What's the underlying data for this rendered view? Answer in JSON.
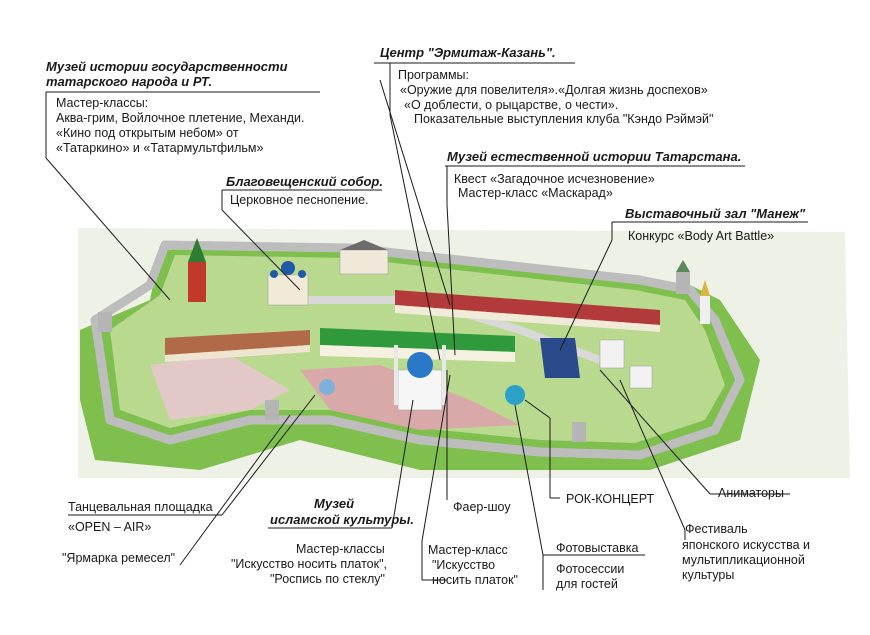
{
  "museum_tatar": {
    "title_line1": "Музей истории государственности",
    "title_line2": "татарского народа и РТ.",
    "line1": "Мастер-классы:",
    "line2": "Аква-грим, Войлочное плетение, Механди.",
    "line3": "«Кино под открытым небом» от",
    "line4": "«Татаркино» и «Татармультфильм»"
  },
  "hermitage": {
    "title": "Центр \"Эрмитаж-Казань\".",
    "line1": "Программы:",
    "line2": "«Оружие для повелителя».«Долгая жизнь доспехов»",
    "line3": "«О доблести, о рыцарстве, о чести».",
    "line4": "Показательные выступления клуба  \"Кэндо Рэймэй\""
  },
  "natural_museum": {
    "title": "Музей естественной истории Татарстана.",
    "line1": "Квест «Загадочное исчезновение»",
    "line2": "Мастер-класс «Маскарад»"
  },
  "cathedral": {
    "title": "Благовещенский собор.",
    "line1": "Церковное песнопение."
  },
  "manezh": {
    "title": "Выставочный зал \"Манеж\"",
    "line1": "Конкурс «Body Art Battle»"
  },
  "dance": {
    "line1": "Танцевальная площадка",
    "line2": "«OPEN – AIR»"
  },
  "fair": {
    "label": "\"Ярмарка ремесел\""
  },
  "islamic_museum": {
    "title_line1": "Музей",
    "title_line2": "исламской культуры.",
    "line1": "Мастер-классы",
    "line2": "\"Искусство носить платок\",",
    "line3": "\"Роспись по стеклу\""
  },
  "fire_show": {
    "label": "Фаер-шоу"
  },
  "master_class": {
    "line1": "Мастер-класс",
    "line2": "\"Искусство",
    "line3": "носить платок\""
  },
  "rock": {
    "label": "РОК-КОНЦЕРТ"
  },
  "photo": {
    "line1": "Фотовыставка",
    "line2": "Фотосессии",
    "line3": "для гостей"
  },
  "animators": {
    "label": "Аниматоры"
  },
  "festival": {
    "line1": "Фестиваль",
    "line2": "японского искусства и",
    "line3": "мультипликационной",
    "line4": "культуры"
  },
  "colors": {
    "grass": "#7fbf4d",
    "wall": "#cfcfcf",
    "plaza": "#d9a9a9",
    "green_roof": "#2e9a3c",
    "red_roof": "#b23a3a",
    "leader": "#1a1a1a"
  }
}
